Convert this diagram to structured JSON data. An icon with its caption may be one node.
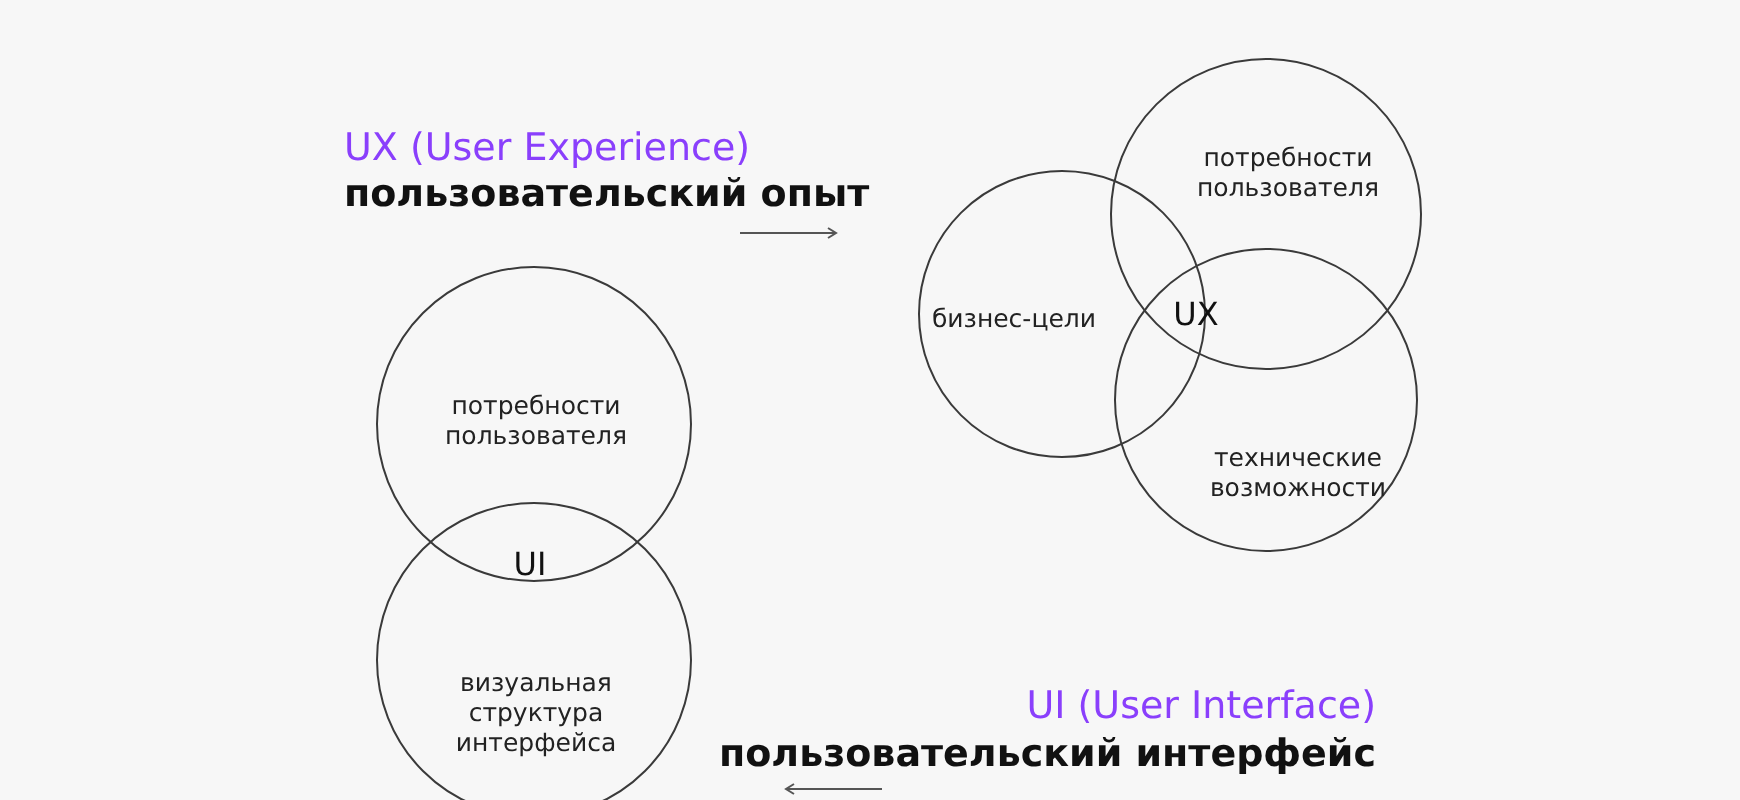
{
  "diagram": {
    "nodes": [
      {
        "text": [
          "потребности пользователя"
        ]
      },
      {
        "text": [
          "бизнес-цели"
        ]
      },
      {
        "text": [
          "технические возможности"
        ]
      },
      {
        "text": [
          "потребности пользователя"
        ]
      },
      {
        "text": [
          "визуальная структура интерфейса"
        ]
      }
    ],
    "labels": [
      "UX (User Experience)",
      "пользовательский опыт",
      "UX",
      "UI",
      "UI (User Interface)",
      "пользовательский интерфейс"
    ]
  }
}
